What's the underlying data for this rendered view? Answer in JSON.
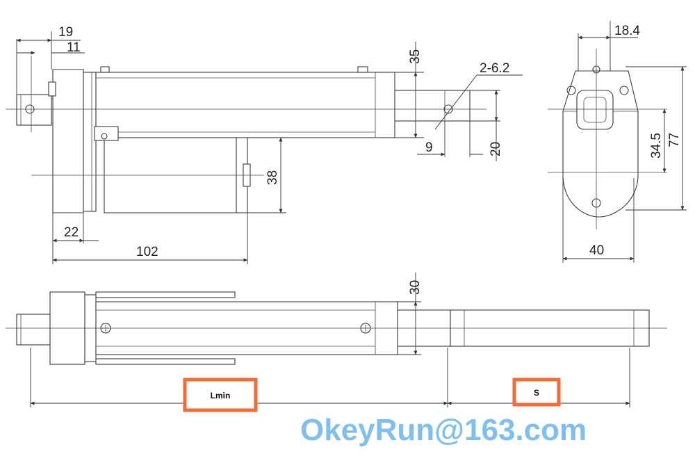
{
  "dimensions": {
    "d19": "19",
    "d11": "11",
    "d35": "35",
    "hole": "2-6.2",
    "d9": "9",
    "d20": "20",
    "d38": "38",
    "d22": "22",
    "d102": "102",
    "d18_4": "18.4",
    "d34_5": "34.5",
    "d77": "77",
    "d40": "40",
    "d30": "30"
  },
  "labels": {
    "lmin": "Lmin",
    "stroke": "S"
  },
  "watermark": "OkeyRun@163.com",
  "colors": {
    "label_box_border": "#f26b3a",
    "watermark": "#7fbfee",
    "line": "#3a3a3a"
  }
}
